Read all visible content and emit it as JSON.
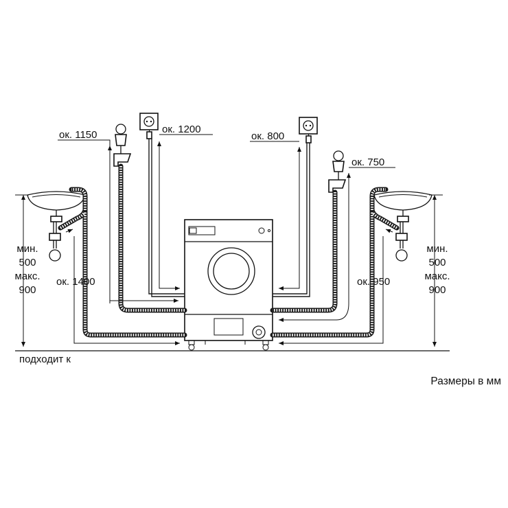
{
  "diagram": {
    "labels": {
      "left_inlet_hose": "ок. 1150",
      "left_power_cord": "ок. 1200",
      "right_power_cord": "ок. 800",
      "right_inlet_hose": "ок. 750",
      "left_drain_hose": "ок. 1400",
      "right_drain_hose": "ок. 950",
      "left_height": [
        "мин.",
        "500",
        "макс.",
        "900"
      ],
      "right_height": [
        "мин.",
        "500",
        "макс.",
        "900"
      ],
      "floor_note": "подходит к",
      "units_note": "Размеры в мм"
    },
    "colors": {
      "line": "#111111",
      "background": "#ffffff"
    },
    "icons": [
      "power-socket-icon",
      "water-tap-icon",
      "sink-icon",
      "washing-machine-icon",
      "power-plug-icon"
    ]
  }
}
